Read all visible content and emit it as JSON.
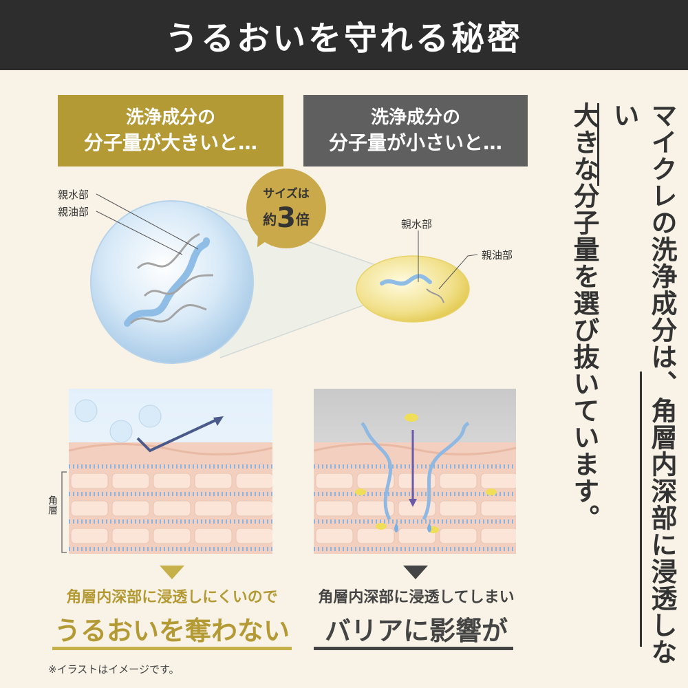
{
  "header": {
    "title": "うるおいを守れる秘密"
  },
  "compare": {
    "left": {
      "line1": "洗浄成分の",
      "line2": "分子量が大きいと…"
    },
    "right": {
      "line1": "洗浄成分の",
      "line2": "分子量が小さいと…"
    }
  },
  "bubble": {
    "line1": "サイズは",
    "prefix": "約",
    "number": "3",
    "suffix": "倍"
  },
  "molecule_labels": {
    "left_hydrophilic": "親水部",
    "left_lipophilic": "親油部",
    "right_hydrophilic": "親水部",
    "right_lipophilic": "親油部"
  },
  "skin_label": "角層",
  "results": {
    "left": {
      "line1": "角層内深部に浸透しにくいので",
      "line2": "うるおいを奪わない"
    },
    "right": {
      "line1": "角層内深部に浸透してしまい",
      "line2": "バリアに影響が"
    }
  },
  "note": "※イラストはイメージです。",
  "vertical_text": {
    "col1": "マイクレの洗浄成分は、角層内深部に浸透しない",
    "col2": "大きな分子量を選び抜いています。"
  },
  "colors": {
    "gold": "#b49a35",
    "gray": "#5f5f5f",
    "dark": "#2d2d2d",
    "background": "#f8f3e6"
  }
}
